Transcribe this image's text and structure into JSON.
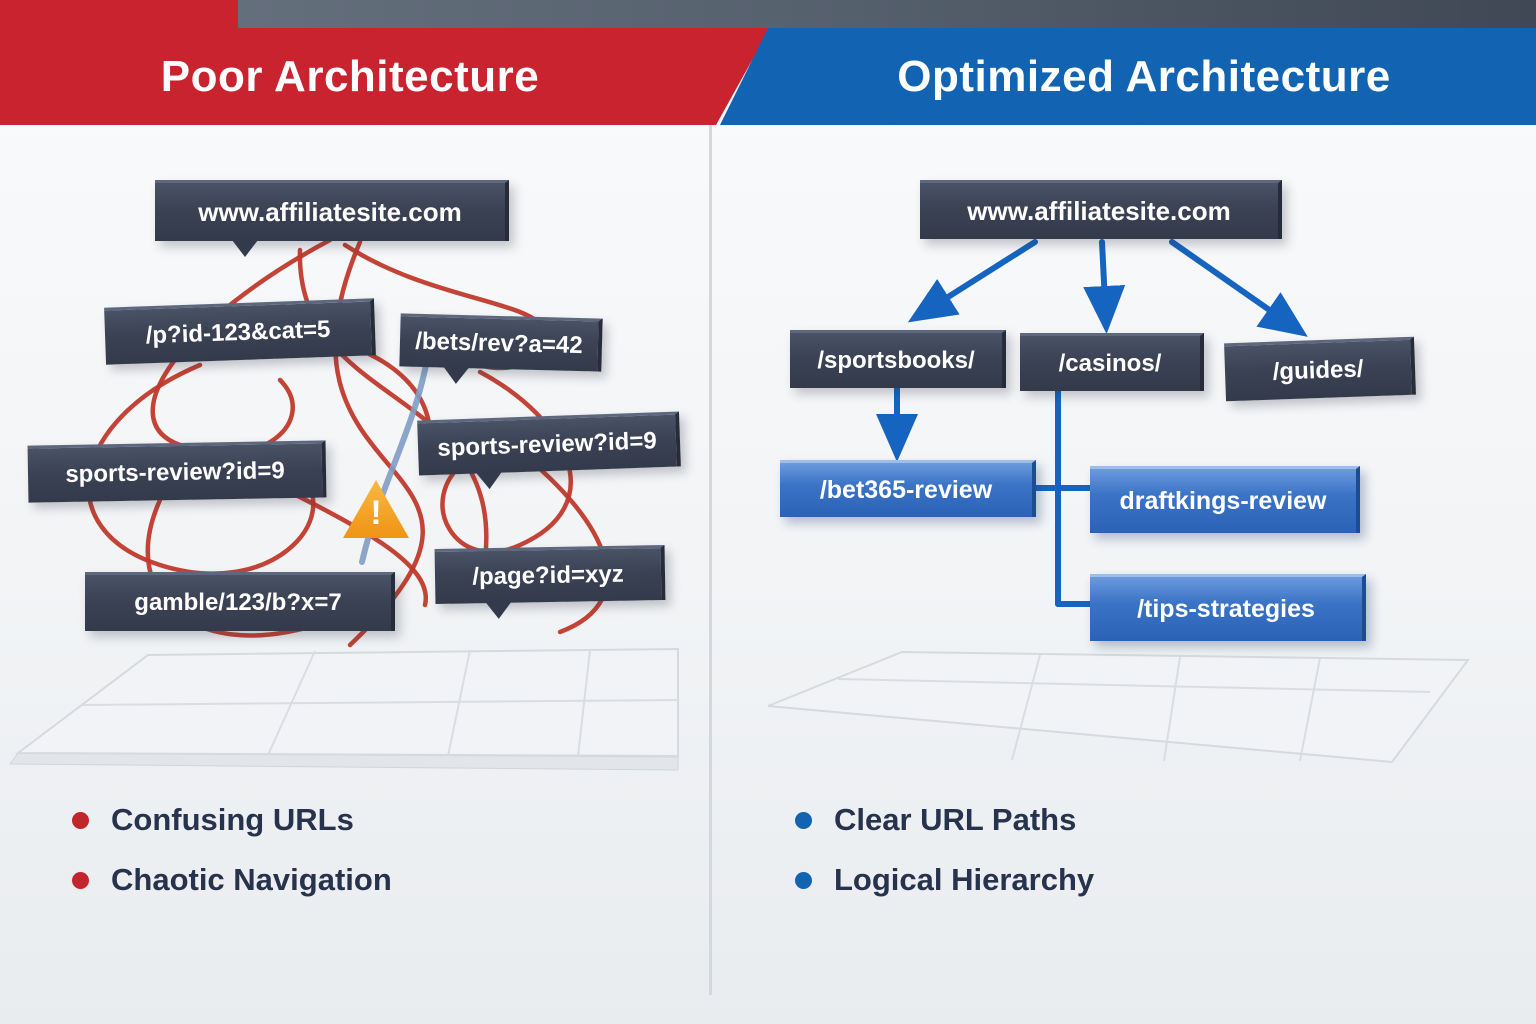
{
  "left": {
    "header": "Poor Architecture",
    "root": "www.affiliatesite.com",
    "nodes": [
      {
        "label": "/p?id-123&cat=5"
      },
      {
        "label": "/bets/rev?a=42"
      },
      {
        "label": "sports-review?id=9"
      },
      {
        "label": "sports-review?id=9"
      },
      {
        "label": "gamble/123/b?x=7"
      },
      {
        "label": "/page?id=xyz"
      }
    ],
    "warning_glyph": "!",
    "bullets": [
      "Confusing URLs",
      "Chaotic Navigation"
    ]
  },
  "right": {
    "header": "Optimized Architecture",
    "root": "www.affiliatesite.com",
    "categories": [
      "/sportsbooks/",
      "/casinos/",
      "/guides/"
    ],
    "pages": [
      "/bet365-review",
      "draftkings-review",
      "/tips-strategies"
    ],
    "bullets": [
      "Clear URL Paths",
      "Logical Hierarchy"
    ]
  },
  "colors": {
    "poor_accent": "#c8232e",
    "optimized_accent": "#1263b2",
    "node_dark": "#3a4254",
    "link_blue": "#1565c0",
    "chaos_red": "#c0392b"
  }
}
